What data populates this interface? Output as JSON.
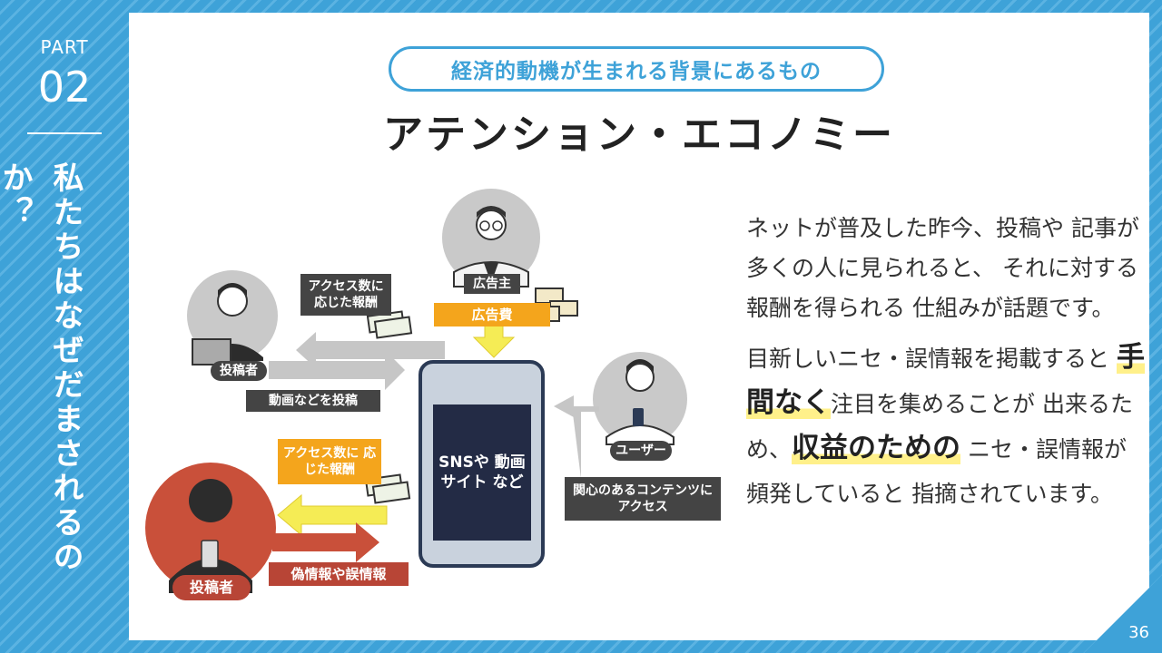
{
  "sidebar": {
    "part_label": "PART",
    "part_number": "02",
    "vertical_title": "私たちはなぜだまされるのか？"
  },
  "page_number": "36",
  "header": {
    "pill_text": "経済的動機が生まれる背景にあるもの",
    "title": "アテンション・エコノミー"
  },
  "diagram": {
    "advertiser_label": "広告主",
    "ad_fee_label": "広告費",
    "poster_top_label": "投稿者",
    "reward_top_label": "アクセス数に 応じた報酬",
    "post_content_label": "動画などを投稿",
    "phone_text": "SNSや 動画サイト など",
    "user_label": "ユーザー",
    "access_label": "関心のあるコンテンツに アクセス",
    "reward_bottom_label": "アクセス数に 応じた報酬",
    "misinfo_label": "偽情報や誤情報",
    "poster_bottom_label": "投稿者"
  },
  "body": {
    "para1": "ネットが普及した昨今、投稿や 記事が多くの人に見られると、 それに対する報酬を得られる 仕組みが話題です。",
    "para2_a": "目新しいニセ・誤情報を掲載すると ",
    "para2_emph1": "手間なく",
    "para2_b": "注目を集めることが 出来るため、",
    "para2_emph2": "収益のための",
    "para2_c": " ニセ・誤情報が頻発していると 指摘されています。"
  },
  "colors": {
    "accent_blue": "#3ea2d8",
    "gold": "#f4a51c",
    "yellow_arrow": "#f5ec55",
    "red": "#c9503a",
    "dark_gray": "#444444"
  }
}
